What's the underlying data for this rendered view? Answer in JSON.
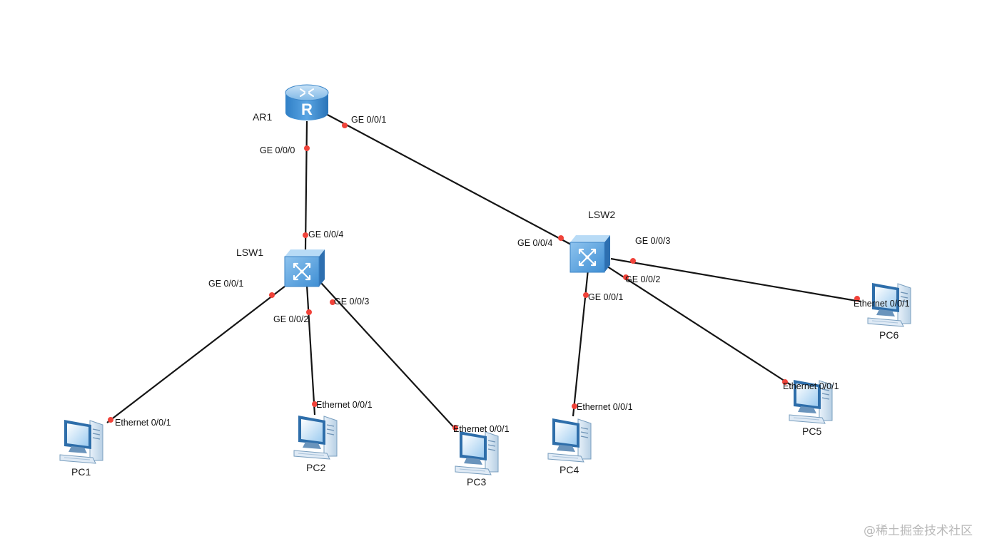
{
  "devices": [
    {
      "id": "AR1",
      "name": "AR1",
      "type": "router"
    },
    {
      "id": "LSW1",
      "name": "LSW1",
      "type": "switch"
    },
    {
      "id": "LSW2",
      "name": "LSW2",
      "type": "switch"
    },
    {
      "id": "PC1",
      "name": "PC1",
      "type": "pc"
    },
    {
      "id": "PC2",
      "name": "PC2",
      "type": "pc"
    },
    {
      "id": "PC3",
      "name": "PC3",
      "type": "pc"
    },
    {
      "id": "PC4",
      "name": "PC4",
      "type": "pc"
    },
    {
      "id": "PC5",
      "name": "PC5",
      "type": "pc"
    },
    {
      "id": "PC6",
      "name": "PC6",
      "type": "pc"
    }
  ],
  "links": [
    {
      "id": "ar1-lsw1",
      "a": "AR1",
      "a_port": "GE 0/0/0",
      "b": "LSW1",
      "b_port": "GE 0/0/4"
    },
    {
      "id": "ar1-lsw2",
      "a": "AR1",
      "a_port": "GE 0/0/1",
      "b": "LSW2",
      "b_port": "GE 0/0/4"
    },
    {
      "id": "lsw1-pc1",
      "a": "LSW1",
      "a_port": "GE 0/0/1",
      "b": "PC1",
      "b_port": "Ethernet 0/0/1"
    },
    {
      "id": "lsw1-pc2",
      "a": "LSW1",
      "a_port": "GE 0/0/2",
      "b": "PC2",
      "b_port": "Ethernet 0/0/1"
    },
    {
      "id": "lsw1-pc3",
      "a": "LSW1",
      "a_port": "GE 0/0/3",
      "b": "PC3",
      "b_port": "Ethernet 0/0/1"
    },
    {
      "id": "lsw2-pc4",
      "a": "LSW2",
      "a_port": "GE 0/0/1",
      "b": "PC4",
      "b_port": "Ethernet 0/0/1"
    },
    {
      "id": "lsw2-pc5",
      "a": "LSW2",
      "a_port": "GE 0/0/2",
      "b": "PC5",
      "b_port": "Ethernet 0/0/1"
    },
    {
      "id": "lsw2-pc6",
      "a": "LSW2",
      "a_port": "GE 0/0/3",
      "b": "PC6",
      "b_port": "Ethernet 0/0/1"
    }
  ],
  "icons": {
    "router": "router-icon",
    "switch": "switch-icon",
    "pc": "pc-icon"
  },
  "colors": {
    "link": "#151515",
    "port_dot": "#f0433a",
    "device_blue": "#5b9bd5"
  },
  "watermark": "@稀土掘金技术社区"
}
